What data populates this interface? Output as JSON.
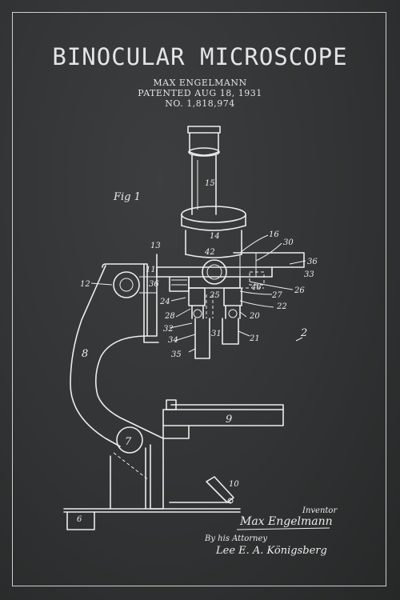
{
  "title": "BINOCULAR MICROSCOPE",
  "inventor_line": "MAX ENGELMANN",
  "patent_line": "PATENTED AUG 18, 1931",
  "number_line": "NO. 1,818,974",
  "figure_label": "Fig 1",
  "part_labels": [
    "15",
    "14",
    "16",
    "30",
    "42",
    "13",
    "11",
    "36",
    "36",
    "33",
    "12",
    "24",
    "46",
    "26",
    "27",
    "28",
    "25",
    "22",
    "20",
    "32",
    "34",
    "31",
    "21",
    "35",
    "2",
    "8",
    "9",
    "7",
    "10",
    "6"
  ],
  "signature": {
    "inventor_role": "Inventor",
    "inventor_name": "Max Engelmann",
    "attorney_caption": "By his Attorney",
    "attorney_name": "Lee E. A. Königsberg"
  },
  "colors": {
    "background": "#2e3031",
    "ink": "#ececec"
  }
}
